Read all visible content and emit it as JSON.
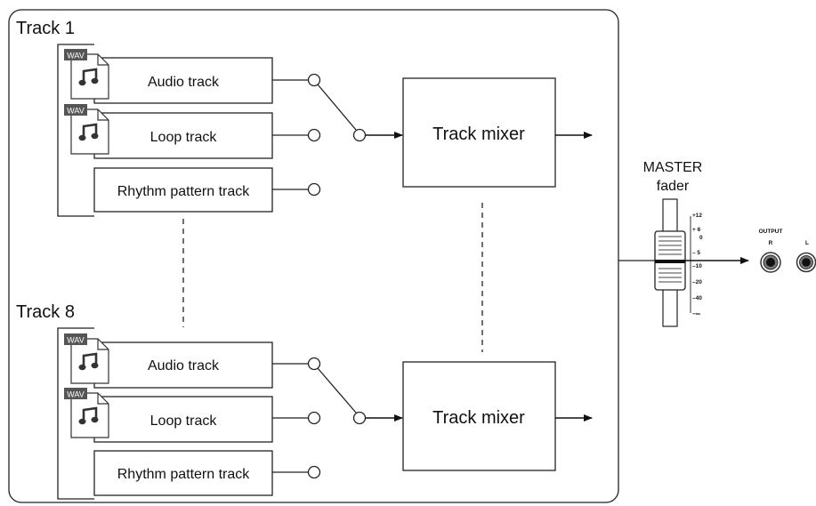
{
  "tracks": [
    {
      "title": "Track 1",
      "wav_badges": [
        "WAV",
        "WAV"
      ],
      "audio_track": "Audio track",
      "loop_track": "Loop track",
      "rhythm_track": "Rhythm pattern track",
      "mixer": "Track mixer"
    },
    {
      "title": "Track 8",
      "wav_badges": [
        "WAV",
        "WAV"
      ],
      "audio_track": "Audio track",
      "loop_track": "Loop track",
      "rhythm_track": "Rhythm pattern track",
      "mixer": "Track mixer"
    }
  ],
  "master": {
    "title_line1": "MASTER",
    "title_line2": "fader",
    "scale": [
      "+12",
      "+ 6",
      "0",
      "– 5",
      "–10",
      "–20",
      "–40",
      "–∞"
    ]
  },
  "output": {
    "label": "OUTPUT",
    "jacks": [
      "R",
      "L"
    ]
  },
  "icons": {
    "wav_file": "wav-file-icon",
    "note": "music-note-icon",
    "jack": "output-jack-icon"
  }
}
